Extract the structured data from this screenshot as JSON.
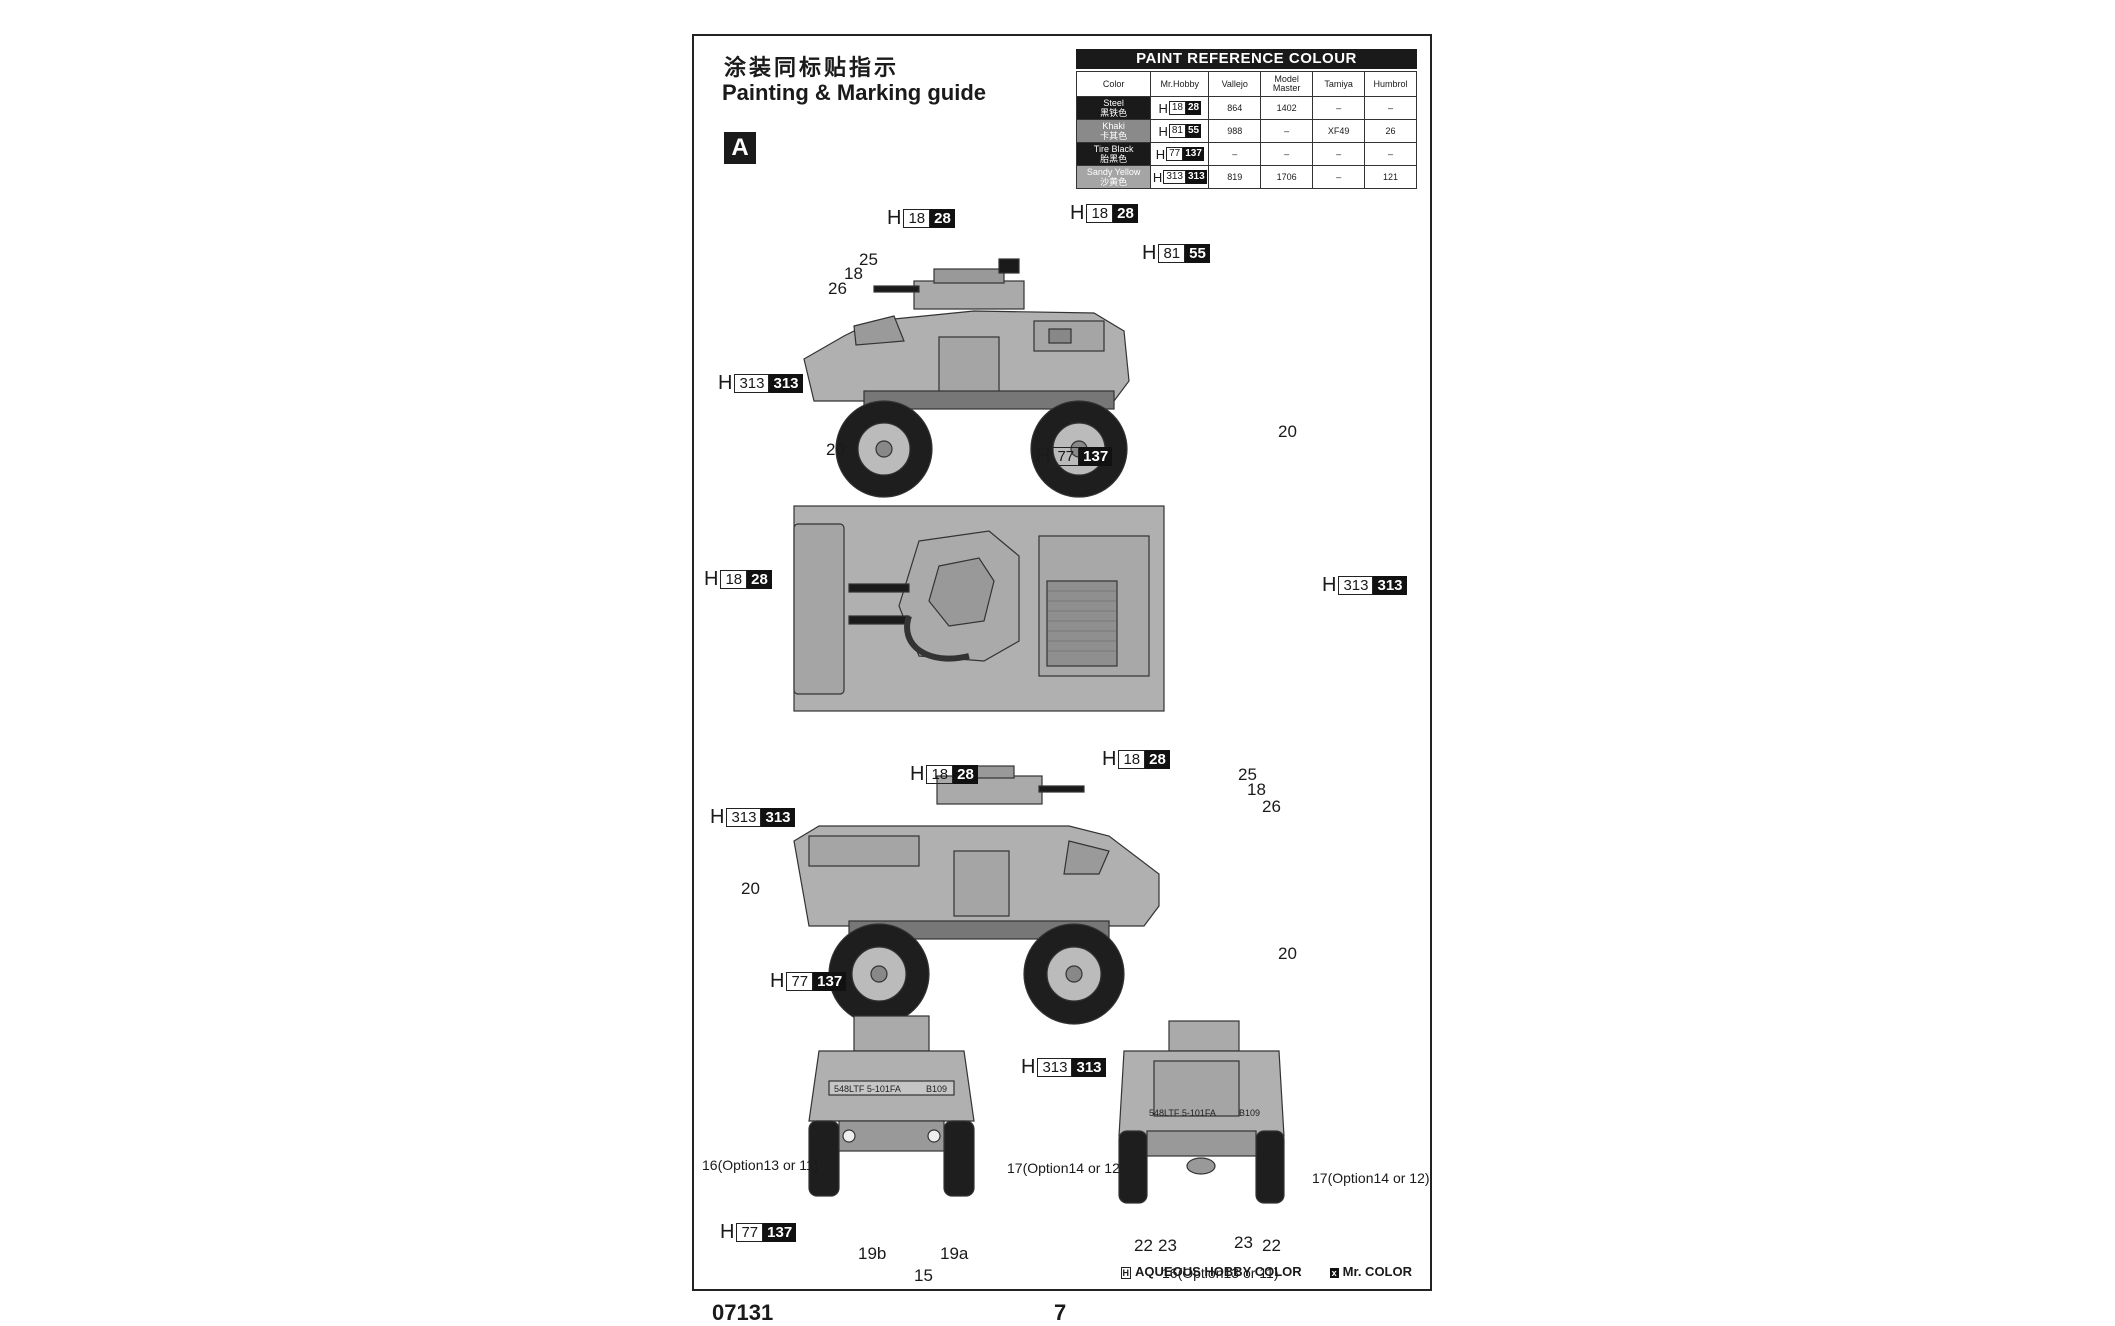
{
  "header": {
    "title_cn": "涂装同标贴指示",
    "title_en": "Painting & Marking guide",
    "scheme": "A"
  },
  "paint_reference": {
    "title": "PAINT  REFERENCE COLOUR",
    "columns": [
      "Color",
      "Mr.Hobby",
      "Vallejo",
      "Model Master",
      "Tamiya",
      "Humbrol"
    ],
    "rows": [
      {
        "name_en": "Steel",
        "name_cn": "黑铁色",
        "h": "18",
        "c": "28",
        "vallejo": "864",
        "model_master": "1402",
        "tamiya": "–",
        "humbrol": "–",
        "swatch": "#1a1a1a"
      },
      {
        "name_en": "Khaki",
        "name_cn": "卡其色",
        "h": "81",
        "c": "55",
        "vallejo": "988",
        "model_master": "–",
        "tamiya": "XF49",
        "humbrol": "26",
        "swatch": "#8a8a8a"
      },
      {
        "name_en": "Tire Black",
        "name_cn": "胎黑色",
        "h": "77",
        "c": "137",
        "vallejo": "–",
        "model_master": "–",
        "tamiya": "–",
        "humbrol": "–",
        "swatch": "#1a1a1a"
      },
      {
        "name_en": "Sandy Yellow",
        "name_cn": "沙黄色",
        "h": "313",
        "c": "313",
        "vallejo": "819",
        "model_master": "1706",
        "tamiya": "–",
        "humbrol": "121",
        "swatch": "#a5a5a5"
      }
    ]
  },
  "callouts": {
    "steel": {
      "h": "18",
      "c": "28"
    },
    "khaki": {
      "h": "81",
      "c": "55"
    },
    "tire": {
      "h": "77",
      "c": "137"
    },
    "sandy": {
      "h": "313",
      "c": "313"
    },
    "prefix": "H"
  },
  "numbers": {
    "n25": "25",
    "n18": "18",
    "n26": "26",
    "n20": "20",
    "n16_front": "16(Option13 or 11)",
    "n17_front": "17(Option14 or 12)",
    "n17_rear": "17(Option14 or 12)",
    "n16_rear": "16(Option13 or 11)",
    "n19b": "19b",
    "n19a": "19a",
    "n15": "15",
    "n22": "22",
    "n23": "23"
  },
  "vehicle_markings": {
    "front_plate": "548LTF 5-101FA",
    "front_plate2": "B109",
    "rear_plate": "548LTF 5-101FA",
    "rear_plate2": "B109"
  },
  "legend": {
    "aqueous": "AQUEOUS HOBBY COLOR",
    "mr_color": "Mr. COLOR",
    "aq_sym": "H",
    "mr_sym": "x"
  },
  "footer": {
    "code": "07131",
    "page": "7"
  },
  "colors": {
    "body": "#b0b0b0",
    "tire": "#1e1e1e",
    "steel": "#1a1a1a",
    "khaki": "#8a8a8a",
    "outline": "#333333"
  }
}
